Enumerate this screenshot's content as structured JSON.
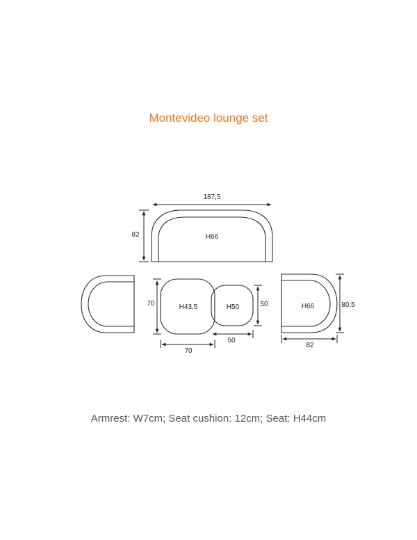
{
  "title": "Montevideo lounge set",
  "caption": "Armrest: W7cm; Seat cushion: 12cm; Seat: H44cm",
  "sofa": {
    "width_label": "187,5",
    "depth_label": "82",
    "height_label": "H66"
  },
  "table_large": {
    "width_label": "70",
    "depth_label": "70",
    "height_label": "H43,5"
  },
  "table_small": {
    "width_label": "50",
    "depth_label": "50",
    "height_label": "H50"
  },
  "chair": {
    "width_label": "82",
    "depth_label": "80,5",
    "height_label": "H66"
  }
}
